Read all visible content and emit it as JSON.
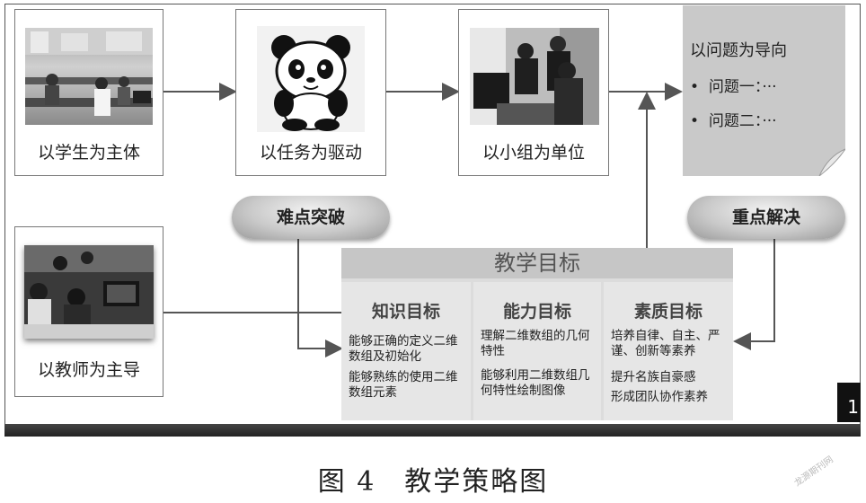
{
  "cards": {
    "student": "以学生为主体",
    "task": "以任务为驱动",
    "group": "以小组为单位",
    "teacher": "以教师为主导"
  },
  "pills": {
    "difficulty": "难点突破",
    "key": "重点解决"
  },
  "note": {
    "title": "以问题为导向",
    "bullet1": "问题一：···",
    "bullet2": "问题二：···"
  },
  "goals": {
    "title": "教学目标",
    "knowledge": {
      "heading": "知识目标",
      "item1": "能够正确的定义二维数组及初始化",
      "item2": "能够熟练的使用二维数组元素"
    },
    "ability": {
      "heading": "能力目标",
      "item1": "理解二维数组的几何特性",
      "item2": "能够利用二维数组几何特性绘制图像"
    },
    "quality": {
      "heading": "素质目标",
      "item1": "培养自律、自主、严谨、创新等素养",
      "item2": "提升名族自豪感",
      "item3": "形成团队协作素养"
    }
  },
  "page_number": "1",
  "caption": "图 4　教学策略图",
  "watermark": "龙源期刊网",
  "colors": {
    "frame": "#555555",
    "band": "#2a2a2a",
    "arrow": "#555555"
  }
}
